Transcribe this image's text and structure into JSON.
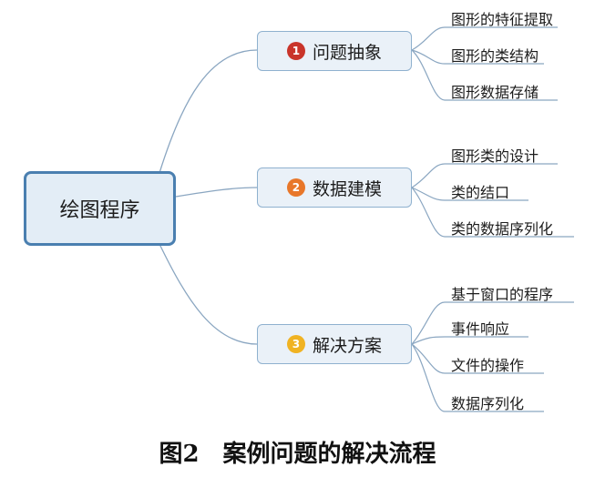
{
  "root": {
    "label": "绘图程序"
  },
  "branches": [
    {
      "label": "问题抽象",
      "badge": "1",
      "badge_color": "#c9342a",
      "leaves": [
        "图形的特征提取",
        "图形的类结构",
        "图形数据存储"
      ]
    },
    {
      "label": "数据建模",
      "badge": "2",
      "badge_color": "#e8772a",
      "leaves": [
        "图形类的设计",
        "类的结口",
        "类的数据序列化"
      ]
    },
    {
      "label": "解决方案",
      "badge": "3",
      "badge_color": "#f0b323",
      "leaves": [
        "基于窗口的程序",
        "事件响应",
        "文件的操作",
        "数据序列化"
      ]
    }
  ],
  "caption": {
    "figure": "图2",
    "text": "案例问题的解决流程"
  },
  "colors": {
    "line": "#8aa6c1",
    "root_border": "#4a7fb0",
    "branch_border": "#8fb1cf"
  }
}
